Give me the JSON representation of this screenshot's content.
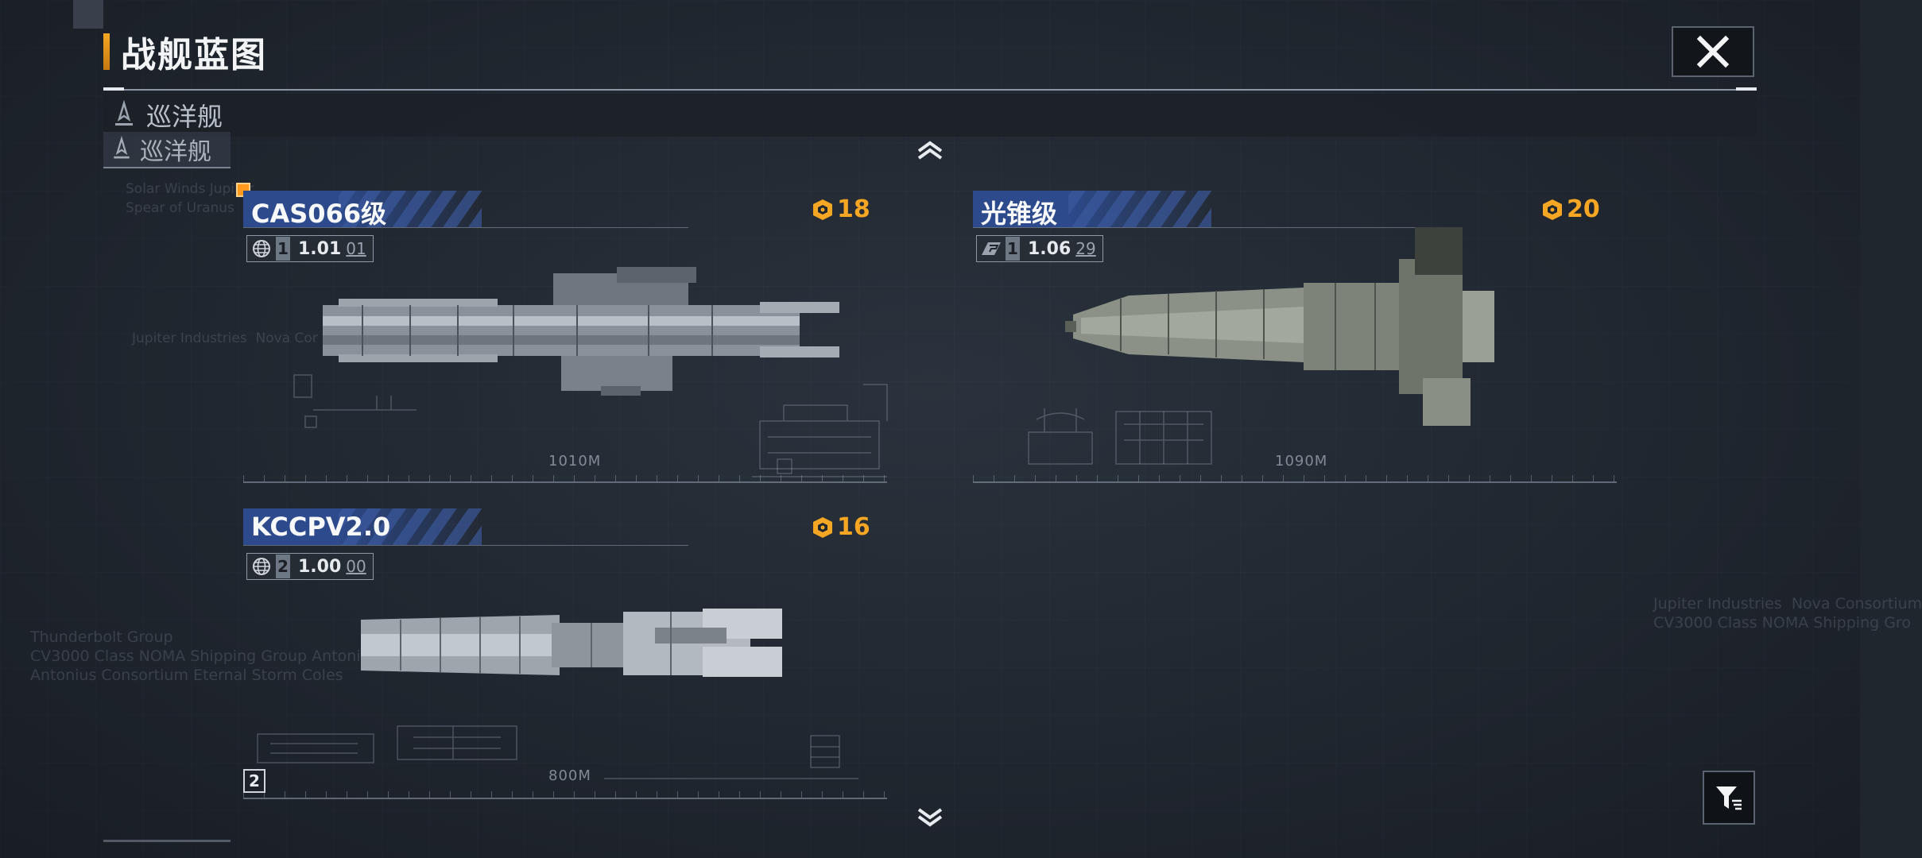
{
  "header": {
    "title": "战舰蓝图",
    "close_icon": "close-x-icon"
  },
  "category": {
    "label": "巡洋舰",
    "ghost_label": "巡洋舰",
    "icon": "cruiser-icon"
  },
  "ships": [
    {
      "name": "CAS066级",
      "tier": "1",
      "version": "1.01",
      "sub_version": "01",
      "cost": "18",
      "length": "1010M",
      "manufacturer_icon": "globe-icon"
    },
    {
      "name": "光锥级",
      "tier": "1",
      "version": "1.06",
      "sub_version": "29",
      "cost": "20",
      "length": "1090M",
      "manufacturer_icon": "nt-logo-icon"
    },
    {
      "name": "KCCPV2.0",
      "tier": "2",
      "version": "1.00",
      "sub_version": "00",
      "cost": "16",
      "length": "800M",
      "manufacturer_icon": "globe-icon"
    }
  ],
  "background_text": {
    "left_block": "Solar Winds Jupiter\nSpear of Uranus",
    "left_mid": "Jupiter Industries  Nova Cor",
    "left_low": "Thunderbolt Group\nCV3000 Class NOMA Shipping Group Antonius Consor\nAntonius Consortium Eternal Storm Coles",
    "right_low": "Jupiter Industries  Nova Consortium\nCV3000 Class NOMA Shipping Gro"
  },
  "page_badge": "2",
  "filter_icon": "filter-icon",
  "colors": {
    "accent": "#f5a623",
    "tag_blue": "#2d4a8c",
    "background": "#20262e"
  }
}
